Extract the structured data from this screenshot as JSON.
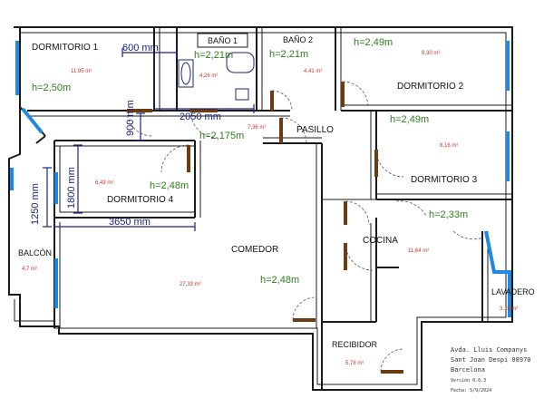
{
  "rooms": {
    "dormitorio1": {
      "name": "DORMITORIO 1",
      "area": "11,95 m²",
      "height": "h=2,50m"
    },
    "bano1": {
      "name": "BAÑO 1",
      "area": "4,26 m²",
      "height": "h=2,21m"
    },
    "bano2": {
      "name": "BAÑO 2",
      "area": "4,41 m²",
      "height": "h=2,21m"
    },
    "dormitorio2": {
      "name": "DORMITORIO 2",
      "area": "9,30 m²",
      "height": "h=2,49m"
    },
    "pasillo": {
      "name": "PASILLO",
      "area": "7,36 m²",
      "height": "h=2,175m"
    },
    "dormitorio3": {
      "name": "DORMITORIO 3",
      "area": "8,16 m²",
      "height": "h=2,49m"
    },
    "dormitorio4": {
      "name": "DORMITORIO 4",
      "area": "6,49 m²",
      "height": "h=2,48m"
    },
    "balcon": {
      "name": "BALCÓN",
      "area": "4,7 m²"
    },
    "comedor": {
      "name": "COMEDOR",
      "area": "27,33 m²",
      "height": "h=2,48m"
    },
    "cocina": {
      "name": "COCINA",
      "area": "11,64 m²",
      "height": "h=2,33m"
    },
    "lavadero": {
      "name": "LAVADERO",
      "area": "3,19 m²"
    },
    "recibidor": {
      "name": "RECIBIDOR",
      "area": "5,78 m²"
    }
  },
  "dimensions": {
    "d600": "600 mm",
    "d2050": "2050 mm",
    "d900": "900 mm",
    "d1800": "1800 mm",
    "d1250": "1250 mm",
    "d3650": "3650 mm"
  },
  "info": {
    "line1": "Avda. Lluis Companys",
    "line2": "Sant Joan Despí 08970",
    "line3": "Barcelona",
    "version": "Versión 0.0.3",
    "date": "Fecha: 5/9/2024"
  },
  "colors": {
    "wall": "#1a1a1a",
    "window": "#1e88e5",
    "door": "#6d3b12",
    "dimension": "#1a237e",
    "height": "#2e7d1a",
    "area": "#c0392b"
  }
}
